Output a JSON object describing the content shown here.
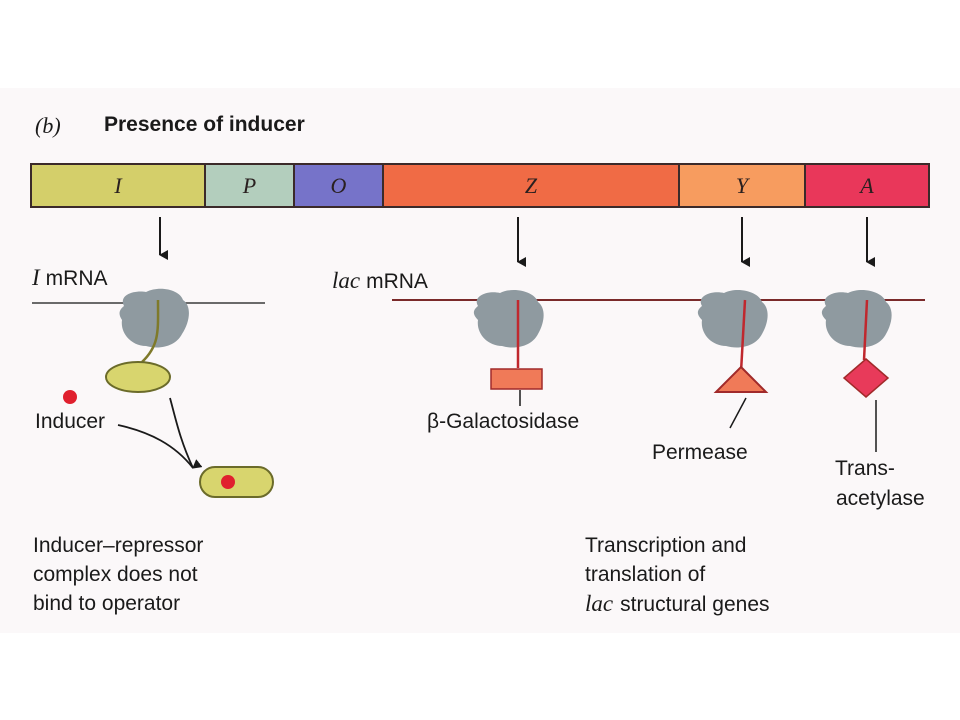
{
  "panel": {
    "label": "(b)",
    "title": "Presence of inducer"
  },
  "genes": [
    {
      "name": "I",
      "color": "#d4cf6a"
    },
    {
      "name": "P",
      "color": "#b3cebd"
    },
    {
      "name": "O",
      "color": "#7673c9"
    },
    {
      "name": "Z",
      "color": "#f06b45"
    },
    {
      "name": "Y",
      "color": "#f79c5f"
    },
    {
      "name": "A",
      "color": "#e9375a"
    }
  ],
  "mrna": {
    "i_italic": "I",
    "i_text": "mRNA",
    "lac_italic": "lac",
    "lac_text": "mRNA"
  },
  "labels": {
    "inducer": "Inducer",
    "beta_gal": "β-Galactosidase",
    "permease": "Permease",
    "trans_1": "Trans-",
    "trans_2": "acetylase"
  },
  "captions": {
    "left": [
      "Inducer–repressor",
      "complex does not",
      "bind to operator"
    ],
    "right_1": "Transcription and",
    "right_2": "translation of",
    "right_3_italic": "lac",
    "right_3_text": "structural genes"
  },
  "colors": {
    "ribosome": "#8f9aa0",
    "repressor": "#d8d56e",
    "inducer_dot": "#e0202e",
    "lac_mrna_line": "#7a2a2a",
    "polypeptide": "#c0282e",
    "product": "#f07a58",
    "product_dark": "#e83a5a"
  }
}
